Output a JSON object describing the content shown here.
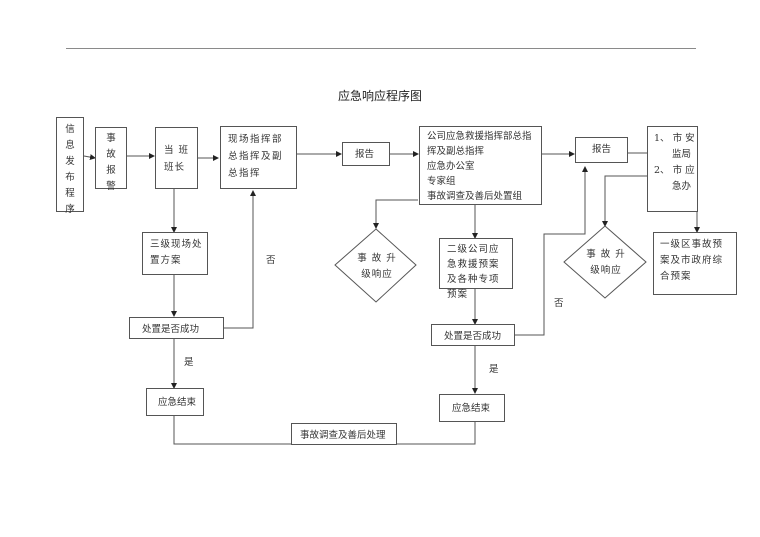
{
  "title": "应急响应程序图",
  "nodes": {
    "info_release": "信息发布程序",
    "accident_report": "事故报警",
    "shift_leader": "当 班班长",
    "site_command": "现场指挥部总指挥及副总指挥",
    "report1": "报告",
    "company_command": [
      "公司应急救援指挥部总指",
      "挥及副总指挥",
      "应急办公室",
      "专家组",
      "事故调查及善后处置组"
    ],
    "report2": "报告",
    "city_agencies": [
      "1、 市 安",
      "监局",
      "2、 市 应",
      "急办"
    ],
    "level3_plan": "三级现场处置方案",
    "check1": "处置是否成功",
    "end1": "应急结束",
    "escalate1": [
      "事 故 升",
      "级响应"
    ],
    "level2_plan": "二级公司应急救援预案及各种专项预案",
    "check2": "处置是否成功",
    "end2": "应急结束",
    "escalate2": [
      "事 故 升",
      "级响应"
    ],
    "level1_plan": "一级区事故预案及市政府综合预案",
    "investigation": "事故调查及善后处理"
  },
  "edge_labels": {
    "no1": "否",
    "yes1": "是",
    "no2": "否",
    "yes2": "是"
  }
}
